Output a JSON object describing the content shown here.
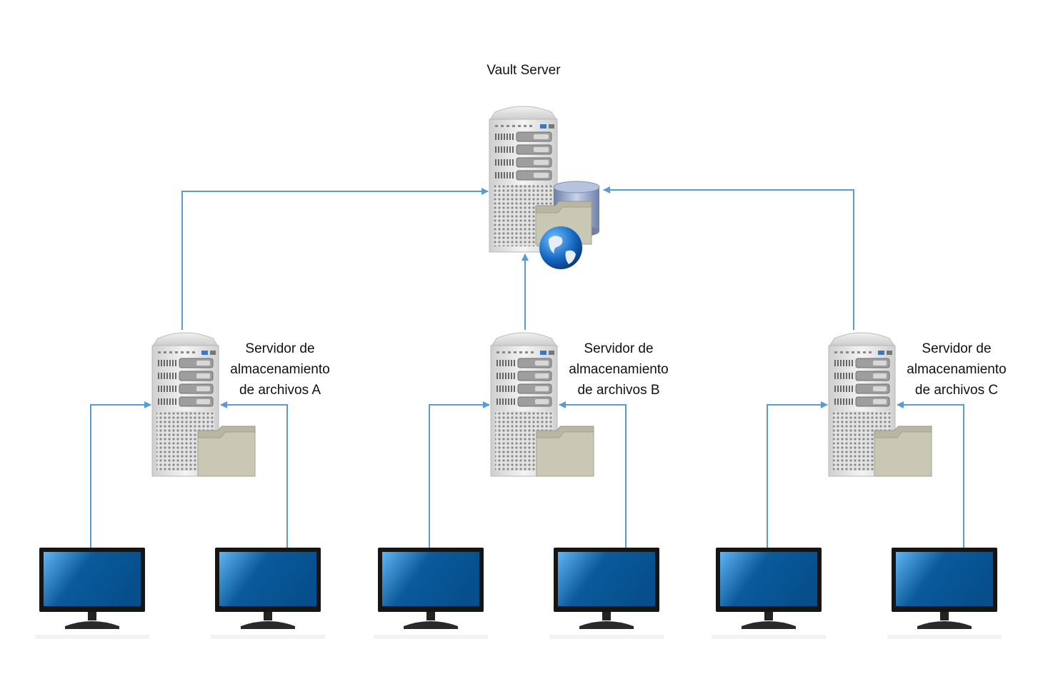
{
  "diagram": {
    "vault": {
      "label": "Vault Server"
    },
    "storage_servers": [
      {
        "id": "A",
        "label_lines": [
          "Servidor de",
          "almacenamiento",
          "de archivos A"
        ]
      },
      {
        "id": "B",
        "label_lines": [
          "Servidor de",
          "almacenamiento",
          "de archivos B"
        ]
      },
      {
        "id": "C",
        "label_lines": [
          "Servidor de",
          "almacenamiento",
          "de archivos C"
        ]
      }
    ],
    "clients_per_server": 2,
    "connections": [
      {
        "from": "storage-A",
        "to": "vault"
      },
      {
        "from": "storage-B",
        "to": "vault"
      },
      {
        "from": "storage-C",
        "to": "vault"
      },
      {
        "from": "client-A1",
        "to": "storage-A"
      },
      {
        "from": "client-A2",
        "to": "storage-A"
      },
      {
        "from": "client-B1",
        "to": "storage-B"
      },
      {
        "from": "client-B2",
        "to": "storage-B"
      },
      {
        "from": "client-C1",
        "to": "storage-C"
      },
      {
        "from": "client-C2",
        "to": "storage-C"
      }
    ],
    "colors": {
      "connector": "#5b9bd5",
      "screen": "#0a5a9c",
      "folder": "#c9c8b4"
    }
  }
}
